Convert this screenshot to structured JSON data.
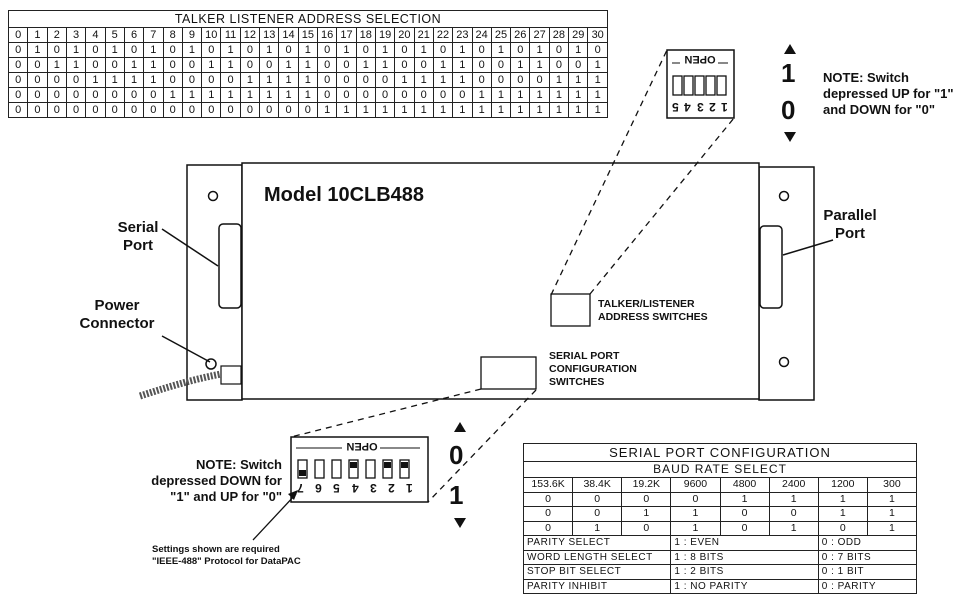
{
  "talker_table": {
    "title": "TALKER LISTENER ADDRESS SELECTION",
    "addresses": [
      "0",
      "1",
      "2",
      "3",
      "4",
      "5",
      "6",
      "7",
      "8",
      "9",
      "10",
      "11",
      "12",
      "13",
      "14",
      "15",
      "16",
      "17",
      "18",
      "19",
      "20",
      "21",
      "22",
      "23",
      "24",
      "25",
      "26",
      "27",
      "28",
      "29",
      "30"
    ],
    "rows": [
      [
        "0",
        "1",
        "0",
        "1",
        "0",
        "1",
        "0",
        "1",
        "0",
        "1",
        "0",
        "1",
        "0",
        "1",
        "0",
        "1",
        "0",
        "1",
        "0",
        "1",
        "0",
        "1",
        "0",
        "1",
        "0",
        "1",
        "0",
        "1",
        "0",
        "1",
        "0"
      ],
      [
        "0",
        "0",
        "1",
        "1",
        "0",
        "0",
        "1",
        "1",
        "0",
        "0",
        "1",
        "1",
        "0",
        "0",
        "1",
        "1",
        "0",
        "0",
        "1",
        "1",
        "0",
        "0",
        "1",
        "1",
        "0",
        "0",
        "1",
        "1",
        "0",
        "0",
        "1"
      ],
      [
        "0",
        "0",
        "0",
        "0",
        "1",
        "1",
        "1",
        "1",
        "0",
        "0",
        "0",
        "0",
        "1",
        "1",
        "1",
        "1",
        "0",
        "0",
        "0",
        "0",
        "1",
        "1",
        "1",
        "1",
        "0",
        "0",
        "0",
        "0",
        "1",
        "1",
        "1"
      ],
      [
        "0",
        "0",
        "0",
        "0",
        "0",
        "0",
        "0",
        "0",
        "1",
        "1",
        "1",
        "1",
        "1",
        "1",
        "1",
        "1",
        "0",
        "0",
        "0",
        "0",
        "0",
        "0",
        "0",
        "0",
        "1",
        "1",
        "1",
        "1",
        "1",
        "1",
        "1"
      ],
      [
        "0",
        "0",
        "0",
        "0",
        "0",
        "0",
        "0",
        "0",
        "0",
        "0",
        "0",
        "0",
        "0",
        "0",
        "0",
        "0",
        "1",
        "1",
        "1",
        "1",
        "1",
        "1",
        "1",
        "1",
        "1",
        "1",
        "1",
        "1",
        "1",
        "1",
        "1"
      ]
    ]
  },
  "device": {
    "model": "Model 10CLB488",
    "serial_port": "Serial\nPort",
    "parallel_port": "Parallel\nPort",
    "power_connector": "Power\nConnector",
    "talker_switches": "TALKER/LISTENER\nADDRESS SWITCHES",
    "serial_switches": "SERIAL PORT\nCONFIGURATION\nSWITCHES"
  },
  "top_switch": {
    "open_label": "OPEN",
    "numbers": [
      "5",
      "4",
      "3",
      "2",
      "1"
    ],
    "one": "1",
    "zero": "0",
    "note": "NOTE: Switch\ndepressed UP for \"1\"\nand DOWN for \"0\""
  },
  "bottom_switch": {
    "open_label": "OPEN",
    "numbers": [
      "7",
      "6",
      "5",
      "4",
      "3",
      "2",
      "1"
    ],
    "zero": "0",
    "one": "1",
    "note": "NOTE: Switch\ndepressed DOWN for\n\"1\" and UP for \"0\"",
    "settings": "Settings shown are required\n\"IEEE-488\" Protocol for DataPAC"
  },
  "serial_config": {
    "title": "SERIAL PORT CONFIGURATION",
    "baud_title": "BAUD RATE SELECT",
    "baud_rates": [
      "153.6K",
      "38.4K",
      "19.2K",
      "9600",
      "4800",
      "2400",
      "1200",
      "300"
    ],
    "baud_rows": [
      [
        "0",
        "0",
        "0",
        "0",
        "1",
        "1",
        "1",
        "1"
      ],
      [
        "0",
        "0",
        "1",
        "1",
        "0",
        "0",
        "1",
        "1"
      ],
      [
        "0",
        "1",
        "0",
        "1",
        "0",
        "1",
        "0",
        "1"
      ]
    ],
    "options": [
      {
        "name": "PARITY SELECT",
        "one": "1 : EVEN",
        "zero": "0 : ODD"
      },
      {
        "name": "WORD LENGTH SELECT",
        "one": "1 : 8 BITS",
        "zero": "0 : 7 BITS"
      },
      {
        "name": "STOP BIT SELECT",
        "one": "1 : 2 BITS",
        "zero": "0 : 1 BIT"
      },
      {
        "name": "PARITY INHIBIT",
        "one": "1 : NO PARITY",
        "zero": "0 : PARITY"
      }
    ]
  }
}
